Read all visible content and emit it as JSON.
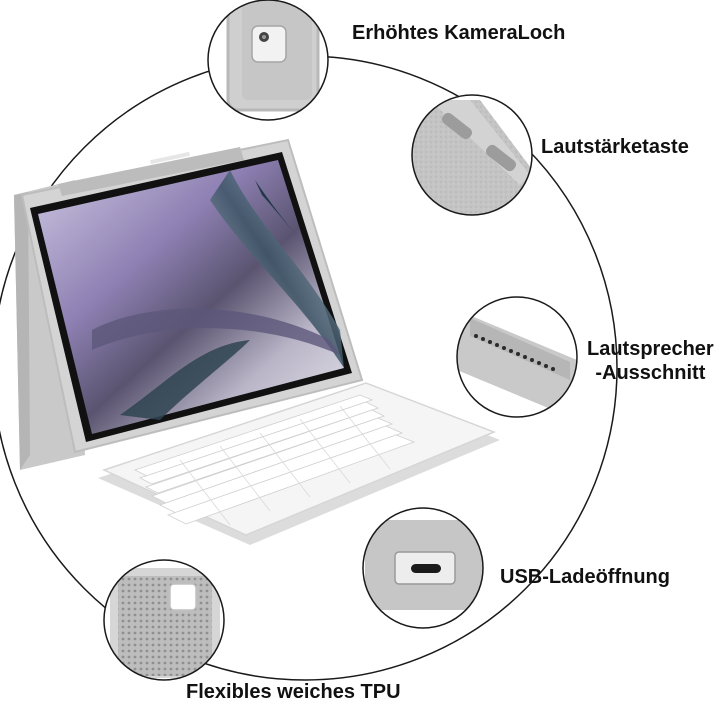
{
  "features": {
    "camera": "Erhöhtes KameraLoch",
    "volume": "Lautstärketaste",
    "speaker_line1": "Lautsprecher",
    "speaker_line2": "-Ausschnitt",
    "usb": "USB-Ladeöffnung",
    "tpu": "Flexibles weiches TPU"
  },
  "colors": {
    "case_gray": "#cfcfcf",
    "case_dark": "#a9a9a9",
    "screen_purple": "#8a7fa8",
    "keyboard_white": "#f4f4f4",
    "circle_line": "#1a1a1a"
  }
}
